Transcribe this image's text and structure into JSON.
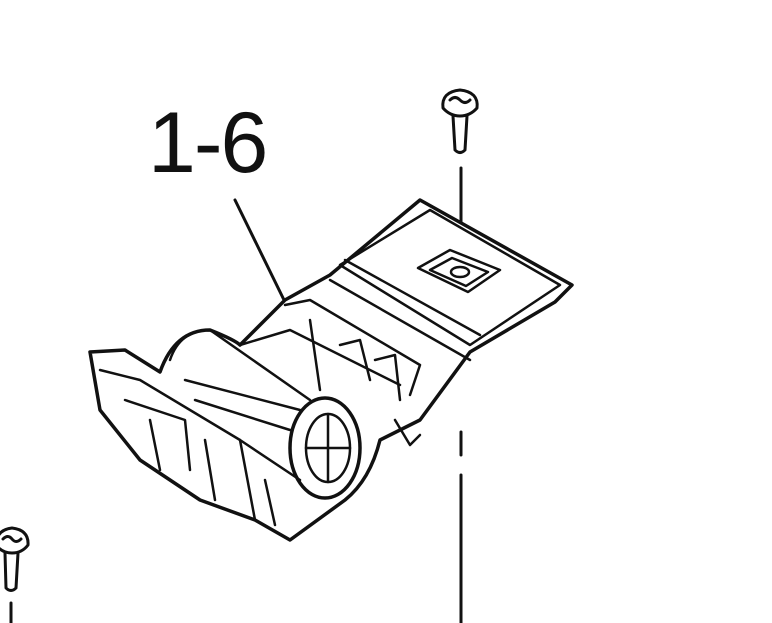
{
  "diagram": {
    "part_label": "1-6",
    "parts": [
      "screw-top",
      "screw-bottom-left",
      "bracket-housing"
    ]
  }
}
